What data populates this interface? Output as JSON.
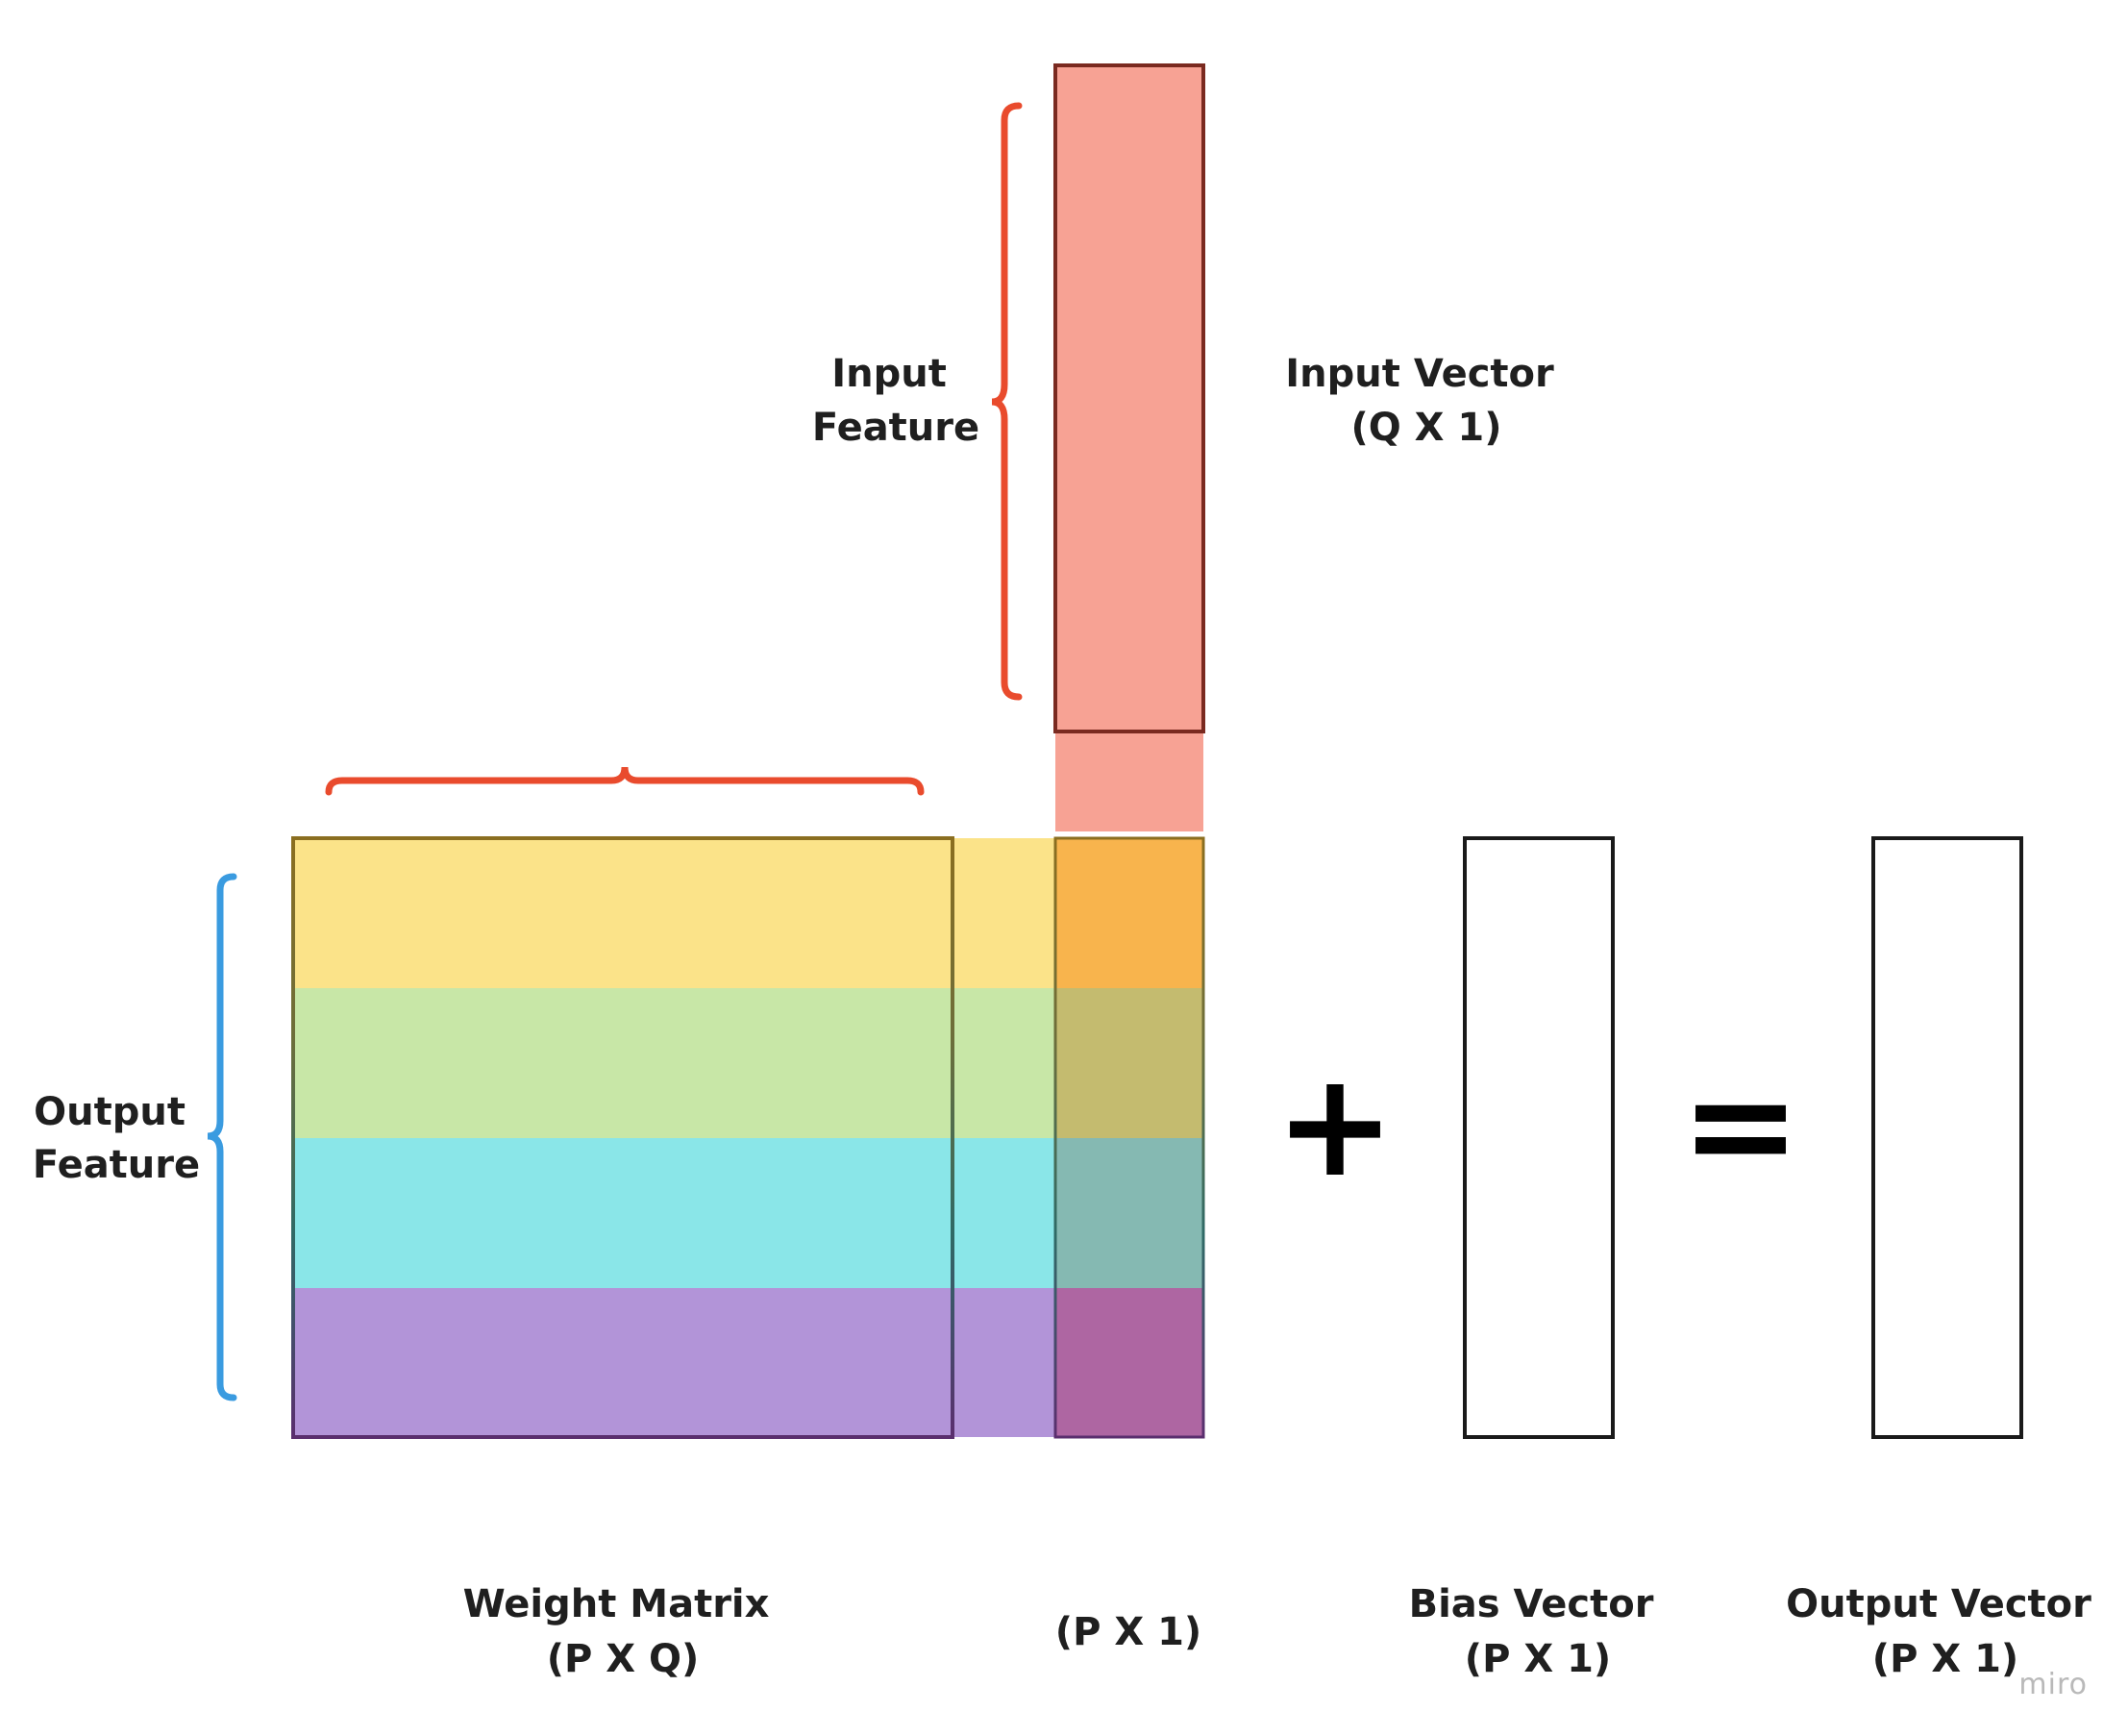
{
  "labels": {
    "input_feature": [
      "Input",
      "Feature"
    ],
    "input_vector": [
      "Input Vector",
      "(Q X 1)"
    ],
    "output_feature": [
      "Output",
      "Feature"
    ],
    "weight_matrix": [
      "Weight Matrix",
      "(P X Q)"
    ],
    "product_vector": [
      "(P X 1)"
    ],
    "bias_vector": [
      "Bias Vector",
      "(P X 1)"
    ],
    "output_vector": [
      "Output Vector",
      "(P X 1)"
    ]
  },
  "operators": {
    "plus": "+",
    "equals": "="
  },
  "watermark": "miro",
  "colors": {
    "input_vector_fill": "#f7a294",
    "input_vector_stroke": "#7a2a20",
    "row1": "#fbe389",
    "row2": "#c8e7a7",
    "row3": "#8ae6e8",
    "row4": "#b294d8",
    "row1_overlap": "#f8b44d",
    "row2_overlap": "#c4bb6f",
    "row3_overlap": "#85b9b2",
    "row4_overlap": "#ae66a2",
    "input_brace": "#e94b2d",
    "output_brace": "#3a9be0",
    "box_stroke": "#1a1a1a"
  }
}
